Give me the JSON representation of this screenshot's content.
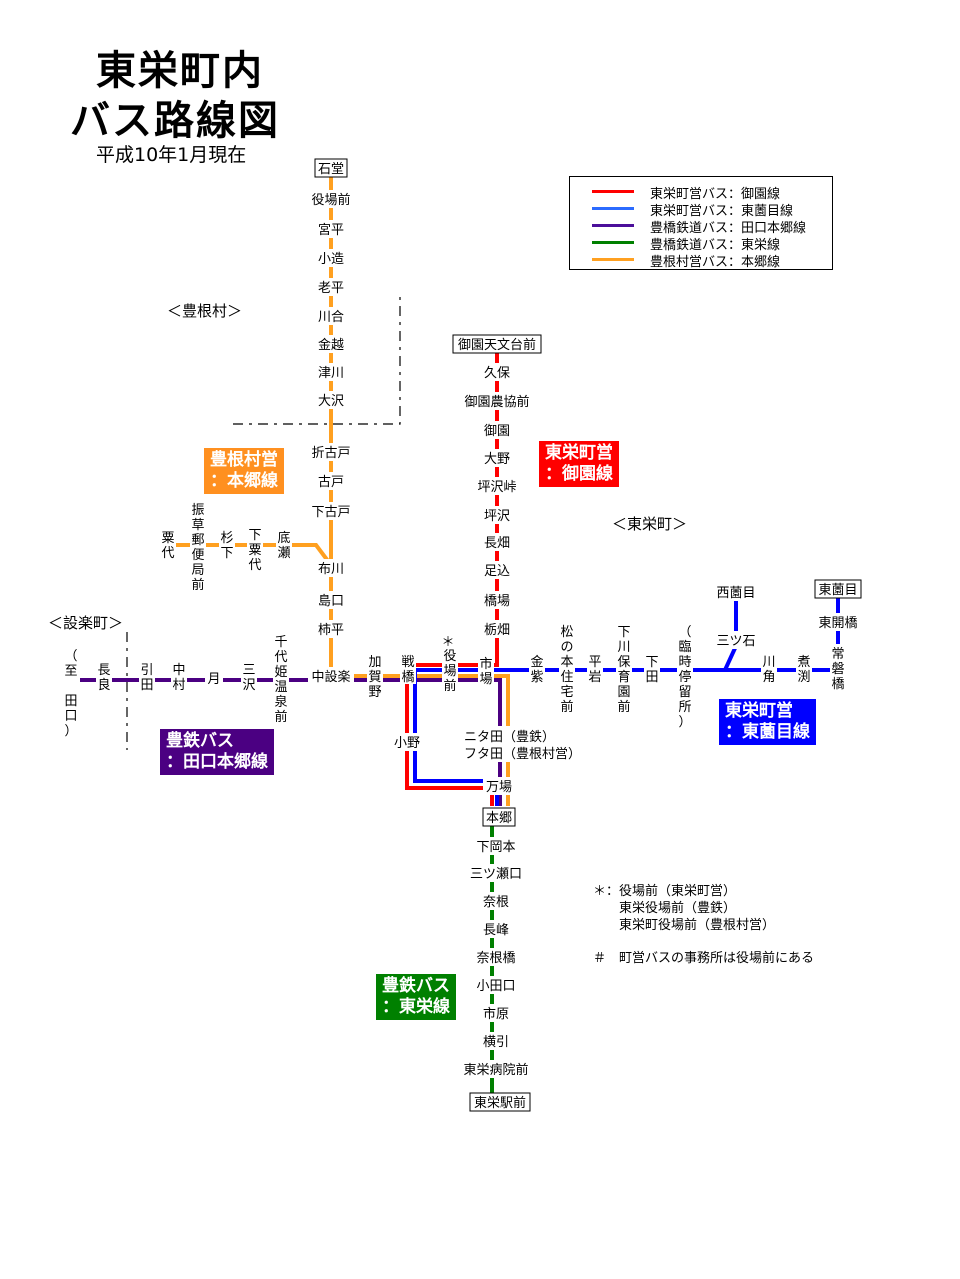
{
  "title": {
    "line1": "東栄町内",
    "line2": "バス路線図",
    "date": "平成10年1月現在"
  },
  "colors": {
    "goen": "#ff0000",
    "tozonome": "#0000ff",
    "taguchi": "#4b0082",
    "toei": "#008000",
    "hongo": "#ffa020",
    "legend_tozonome": "#2b6bff",
    "legend_taguchi": "#4b0f9a"
  },
  "legend": [
    {
      "color_key": "goen",
      "label": "東栄町営バス：御園線"
    },
    {
      "color_key": "legend_tozonome",
      "label": "東栄町営バス：東薗目線"
    },
    {
      "color_key": "legend_taguchi",
      "label": "豊橋鉄道バス：田口本郷線"
    },
    {
      "color_key": "toei",
      "label": "豊橋鉄道バス：東栄線"
    },
    {
      "color_key": "hongo",
      "label": "豊根村営バス：本郷線"
    }
  ],
  "areas": {
    "toyone": "＜豊根村＞",
    "shitara": "＜設楽町＞",
    "toei": "＜東栄町＞"
  },
  "badges": {
    "hongo": "豊根村営\n：本郷線",
    "goen": "東栄町営\n：御園線",
    "taguchi": "豊鉄バス\n：田口本郷線",
    "tozonome": "東栄町営\n：東薗目線",
    "toei": "豊鉄バス\n：東栄線"
  },
  "stops": {
    "ishido": "石堂",
    "yakubamae_n": "役場前",
    "miyadaira": "宮平",
    "kozo": "小造",
    "oidaira": "老平",
    "kawai": "川合",
    "kanagoe": "金越",
    "tsugawa": "津川",
    "osawa": "大沢",
    "orikodo": "折古戸",
    "kodo": "古戸",
    "shimokodo": "下古戸",
    "nunokawa": "布川",
    "shimaguchi": "島口",
    "kakidaira": "柿平",
    "awashiro": "粟代",
    "furikusa": "振草郵便局前",
    "sugishita": "杉下",
    "shimoawashiro": "下粟代",
    "sokose": "底瀬",
    "taguchi": "（至　田口）",
    "nagara": "長良",
    "hikida": "引田",
    "nakamura": "中村",
    "tsuki": "月",
    "misawa": "三沢",
    "chiyohime": "千代姫温泉前",
    "nakashitara": "中設楽",
    "kagano": "加賀野",
    "sennohashi": "戦橋",
    "yakubamae_c": "役場前",
    "yakubamae_mark": "＊",
    "ichiba": "市場",
    "ono": "小野",
    "futada1": "ニタ田（豊鉄）",
    "futada2": "フタ田（豊根村営）",
    "manba": "万場",
    "hongo": "本郷",
    "goen_tenmon": "御園天文台前",
    "kubo": "久保",
    "goen_nokyo": "御園農協前",
    "goen": "御園",
    "ono2": "大野",
    "tsubosawa_toge": "坪沢峠",
    "tsubosawa": "坪沢",
    "nagahata": "長畑",
    "ashigome": "足込",
    "hashiba": "橋場",
    "tochihata": "栃畑",
    "kanamura": "金紫",
    "matsunomoto": "松の本住宅前",
    "hiraiwa": "平岩",
    "shimokawa": "下川保育園前",
    "shimoda": "下田",
    "rinji": "（臨時停留所）",
    "nishizonome": "西薗目",
    "mitsuishi": "三ツ石",
    "kawakado": "川角",
    "nibuchi": "煮渕",
    "tokiwabashi": "常磐橋",
    "higashikai": "東開橋",
    "higashizonome": "東薗目",
    "shimookamoto": "下岡本",
    "mitsuse": "三ツ瀬口",
    "nane": "奈根",
    "nagamine": "長峰",
    "nanebashi": "奈根橋",
    "kodaguchi": "小田口",
    "ichihara": "市原",
    "yokobiki": "横引",
    "byoin": "東栄病院前",
    "ekimae": "東栄駅前"
  },
  "notes": {
    "asterisk": "＊：役場前（東栄町営）\n　　東栄役場前（豊鉄）\n　　東栄町役場前（豊根村営）",
    "hash": "＃　町営バスの事務所は役場前にある"
  }
}
